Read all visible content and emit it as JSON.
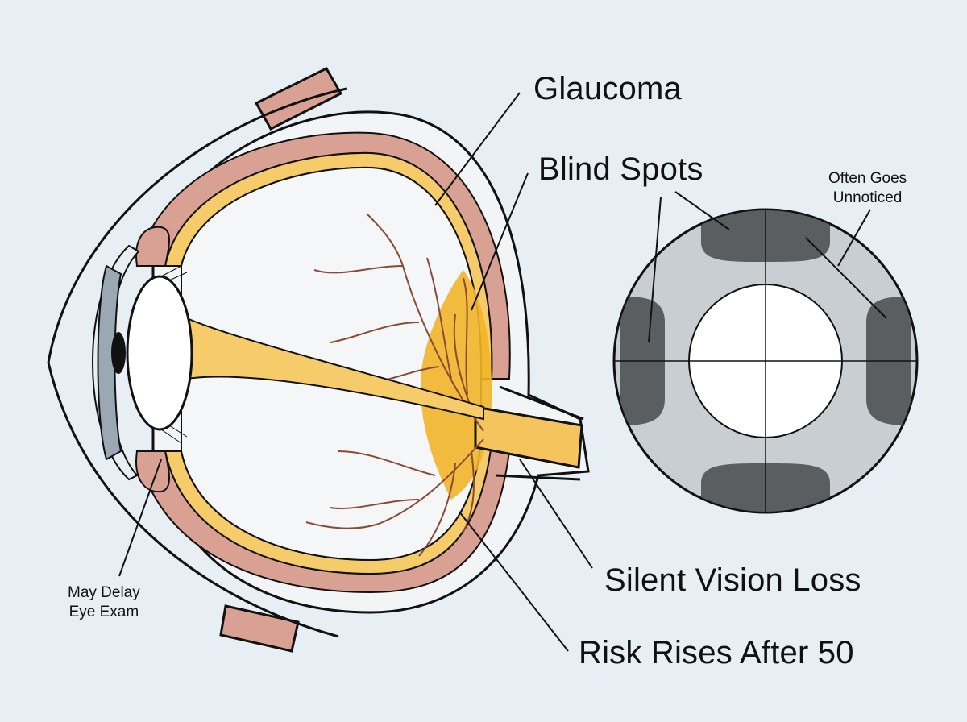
{
  "labels": {
    "glaucoma": "Glaucoma",
    "blind_spots": "Blind Spots",
    "often_goes_unnoticed": [
      "Often Goes",
      "Unnoticed"
    ],
    "silent_vision_loss": "Silent Vision Loss",
    "risk_rises_after_50": "Risk Rises After 50",
    "may_delay_eye_exam": [
      "May Delay",
      "Eye Exam"
    ]
  },
  "colors": {
    "background": "#e7eff4",
    "outline": "#111111",
    "choroid": "#d9a193",
    "retina_layer": "#f6cb6a",
    "optic_nerve": "#f6c45c",
    "damage_zone": "#f3b528",
    "vessels": "#8a4b35",
    "iris": "#9aa8b3",
    "visual_field": "#c9ced2",
    "blind_spot": "#5a5e60",
    "clear_center": "#ffffff"
  },
  "icons": {
    "eye_cross_section": "eye-cross-section-illustration",
    "visual_field_chart": "visual-field-chart-illustration"
  }
}
